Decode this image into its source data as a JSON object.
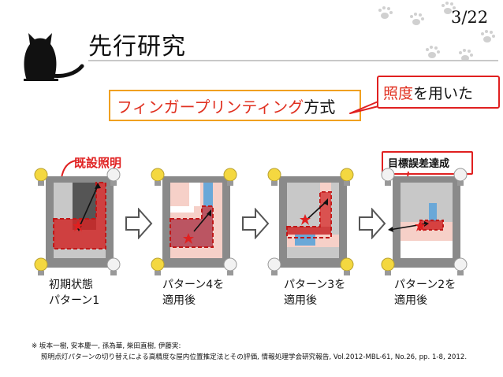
{
  "slide": {
    "title": "先行研究",
    "page_number": "3/22"
  },
  "method": {
    "label_main": "フィンガープリンティング",
    "label_suffix": "方式"
  },
  "callout": {
    "highlight": "照度",
    "rest": "を用いた"
  },
  "annotations": {
    "existing_lighting": "既設照明",
    "target_error": "目標誤差達成"
  },
  "patterns": [
    {
      "line1": "初期状態",
      "line2": "パターン1"
    },
    {
      "line1": "パターン4を",
      "line2": "適用後"
    },
    {
      "line1": "パターン3を",
      "line2": "適用後"
    },
    {
      "line1": "パターン2を",
      "line2": "適用後"
    }
  ],
  "reference": {
    "line1": "※ 坂本一樹, 安本慶一, 孫為華, 柴田直樹, 伊藤実:",
    "line2": "照明点灯パターンの切り替えによる高精度な屋内位置推定法とその評価, 情報処理学会研究報告, Vol.2012-MBL-61, No.26, pp. 1-8, 2012."
  },
  "colors": {
    "accent_red": "#e02020",
    "method_text": "#e03020",
    "method_border": "#f0a020",
    "paw_print": "#d0d0d0"
  },
  "icons": {
    "mascot": "black-cat-icon",
    "decoration": "paw-print-icon",
    "bulb": "light-bulb-icon",
    "arrow": "right-arrow-icon",
    "star": "star-icon"
  }
}
